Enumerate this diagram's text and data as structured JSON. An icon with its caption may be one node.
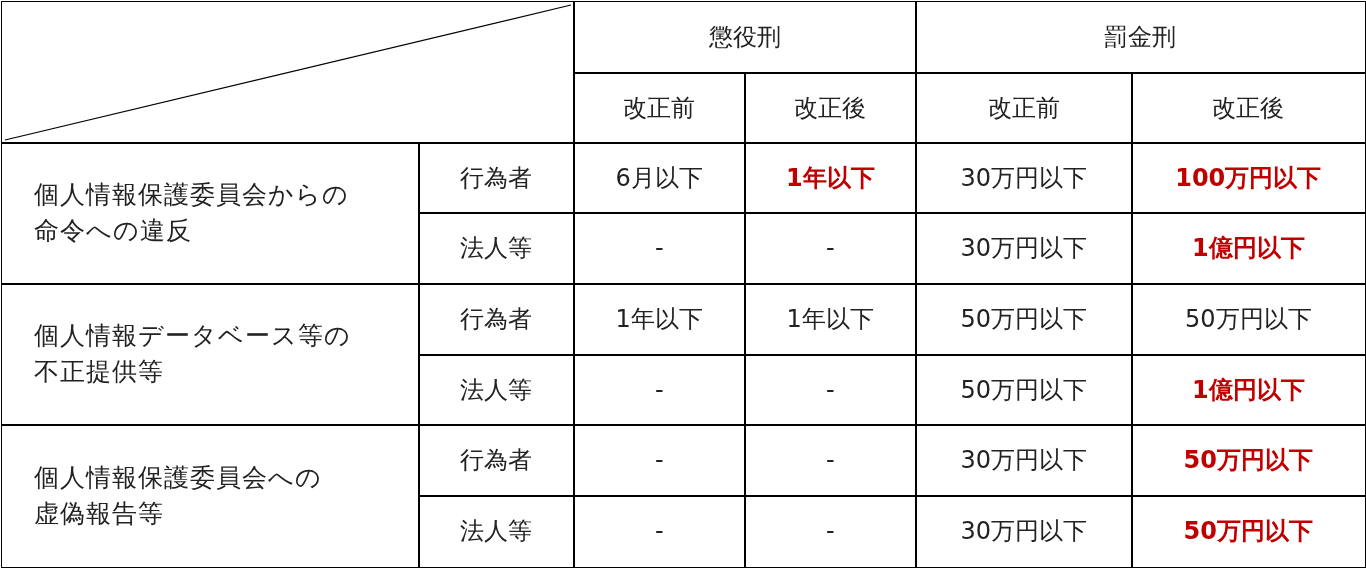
{
  "diagram": {
    "labels": [
      "懲役刑",
      "罰金刑",
      "改正前",
      "改正後",
      "改正前",
      "改正後",
      "個人情報保護委員会からの命令への違反",
      "行為者",
      "6月以下",
      "1年以下",
      "30万円以下",
      "100万円以下",
      "法人等",
      "-",
      "-",
      "30万円以下",
      "1億円以下",
      "個人情報データベース等の不正提供等",
      "行為者",
      "1年以下",
      "1年以下",
      "50万円以下",
      "50万円以下",
      "法人等",
      "-",
      "-",
      "50万円以下",
      "1億円以下",
      "個人情報保護委員会への虚偽報告等",
      "行為者",
      "-",
      "-",
      "30万円以下",
      "50万円以下",
      "法人等",
      "-",
      "-",
      "30万円以下",
      "50万円以下"
    ]
  }
}
